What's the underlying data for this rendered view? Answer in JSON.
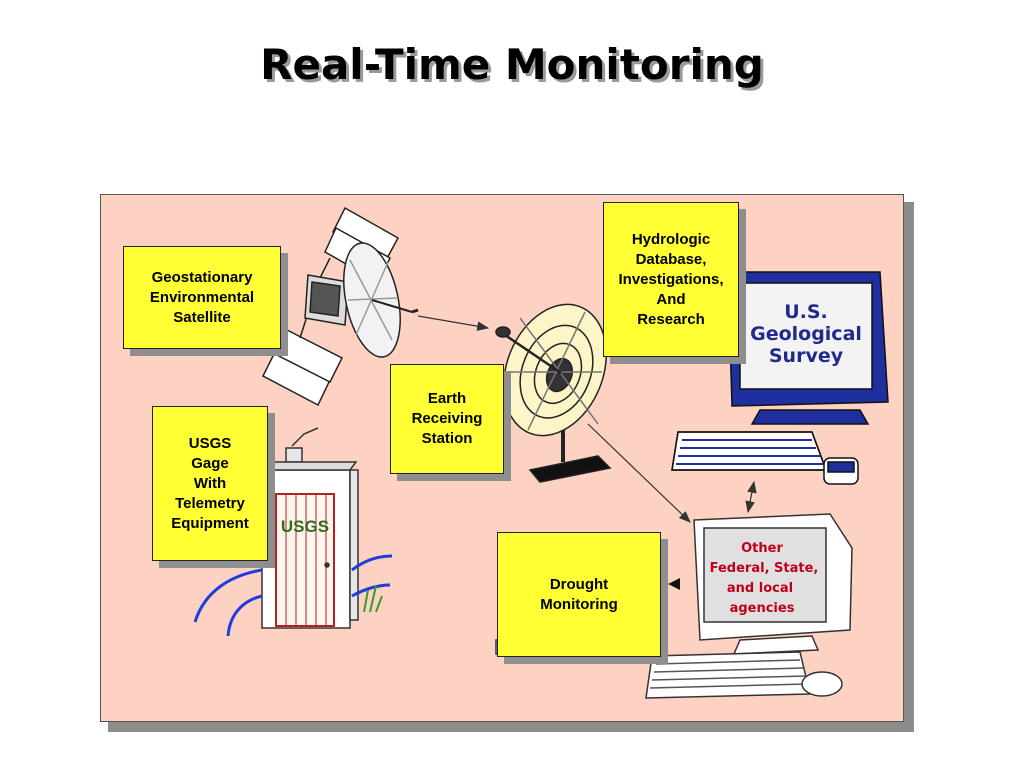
{
  "title": "Real-Time Monitoring",
  "boxes": {
    "satellite": "Geostationary\nEnvironmental\nSatellite",
    "gage": "USGS\nGage\nWith\nTelemetry\nEquipment",
    "earth_station": "Earth\nReceiving\nStation",
    "database": "Hydrologic\nDatabase,\nInvestigations,\nAnd\nResearch",
    "drought": "Drought\nMonitoring"
  },
  "graphics": {
    "usgs_shed_sign": "USGS",
    "usgs_screen": [
      "U.S.",
      "Geological",
      "Survey"
    ],
    "agencies_screen": [
      "Other",
      "Federal, State,",
      "and local",
      "agencies"
    ]
  },
  "colors": {
    "panel": "#fdd2c3",
    "box": "#ffff33",
    "monitor_blue": "#1e2f9e",
    "usgs_text": "#1f2a8a",
    "agency_text": "#c0001a",
    "shed_border": "#b22222",
    "river": "#1f3cdc"
  }
}
